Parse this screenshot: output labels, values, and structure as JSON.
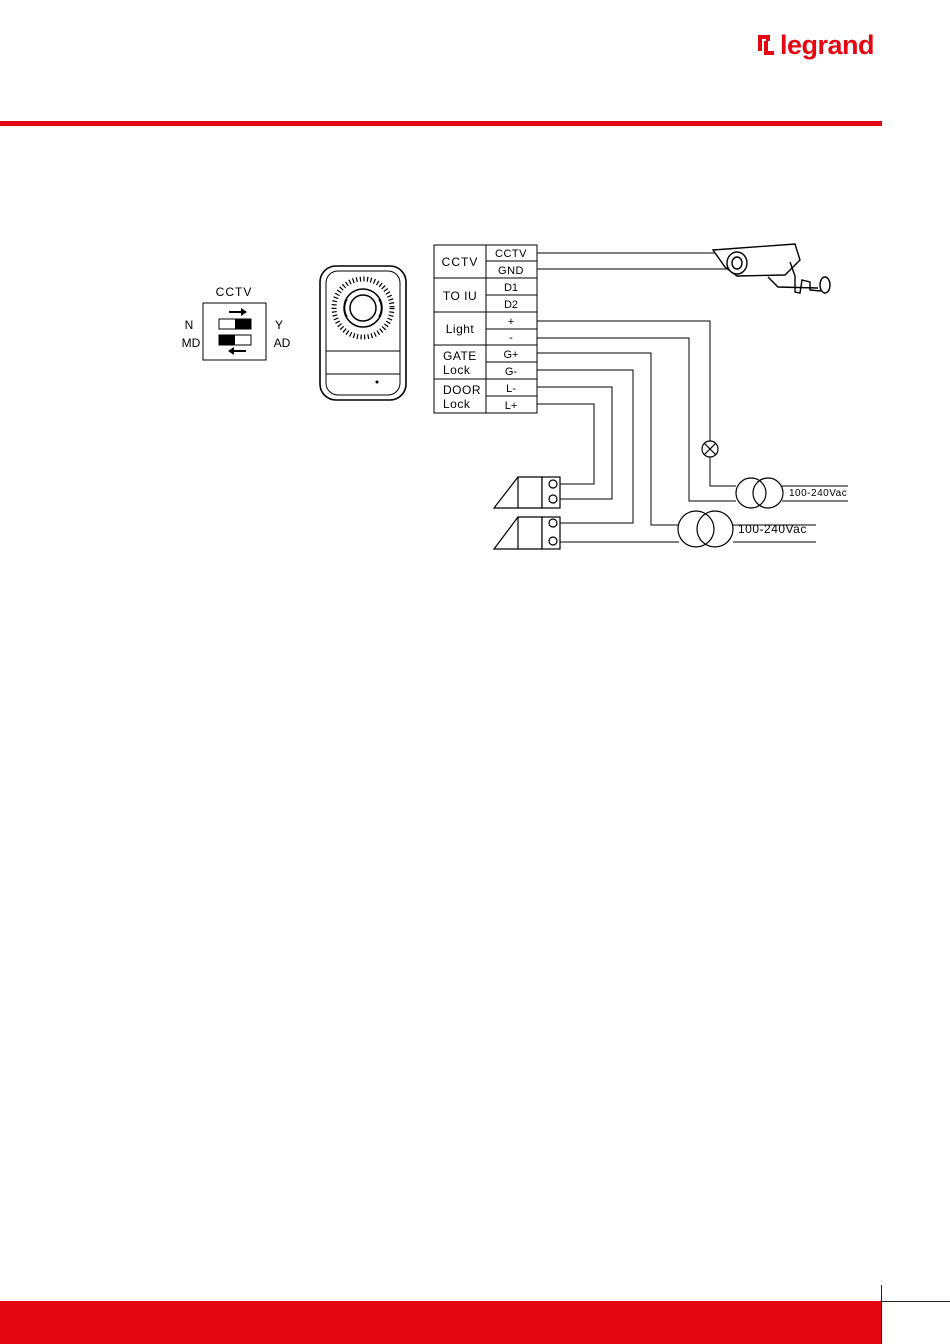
{
  "brand": {
    "name": "legrand",
    "color": "#e30613"
  },
  "switch": {
    "title": "CCTV",
    "left_top": "N",
    "left_bottom": "MD",
    "right_top": "Y",
    "right_bottom": "AD"
  },
  "terminals": {
    "groups": [
      {
        "label": [
          "CCTV"
        ],
        "pins": [
          "CCTV",
          "GND"
        ]
      },
      {
        "label": [
          "TO IU"
        ],
        "pins": [
          "D1",
          "D2"
        ]
      },
      {
        "label": [
          "Light"
        ],
        "pins": [
          "+",
          "-"
        ]
      },
      {
        "label": [
          "GATE",
          "Lock"
        ],
        "pins": [
          "G+",
          "G-"
        ]
      },
      {
        "label": [
          "DOOR",
          "Lock"
        ],
        "pins": [
          "L-",
          "L+"
        ]
      }
    ]
  },
  "power": {
    "upper": "100-240Vac",
    "lower": "100-240Vac"
  },
  "icons": [
    "camera-icon",
    "lamp-icon",
    "transformer-icon",
    "lock-icon"
  ]
}
